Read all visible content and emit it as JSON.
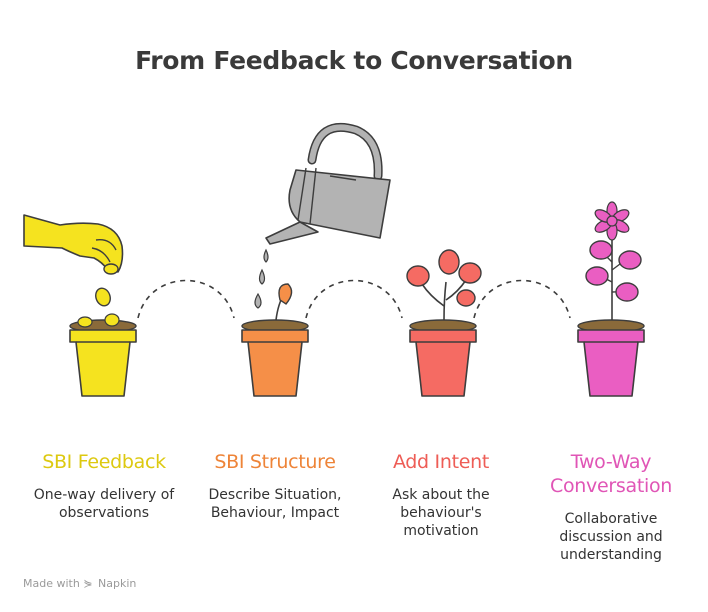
{
  "title": "From Feedback to Conversation",
  "colors": {
    "yellow": "#f5e31f",
    "orange": "#f58f48",
    "red": "#f56b63",
    "pink": "#ea5ec2",
    "watering_can": "#b3b3b3",
    "outline": "#3d3d3d"
  },
  "steps": [
    {
      "title": "SBI Feedback",
      "description": "One-way delivery of observations",
      "color": "#ddc910"
    },
    {
      "title": "SBI Structure",
      "description": "Describe Situation, Behaviour, Impact",
      "color": "#ee8438"
    },
    {
      "title": "Add Intent",
      "description": "Ask about the behaviour's motivation",
      "color": "#ee5d56"
    },
    {
      "title": "Two-Way Conversation",
      "description": "Collaborative discussion and understanding",
      "color": "#e055b6"
    }
  ],
  "footer": {
    "made_with": "Made with",
    "brand": "Napkin"
  }
}
